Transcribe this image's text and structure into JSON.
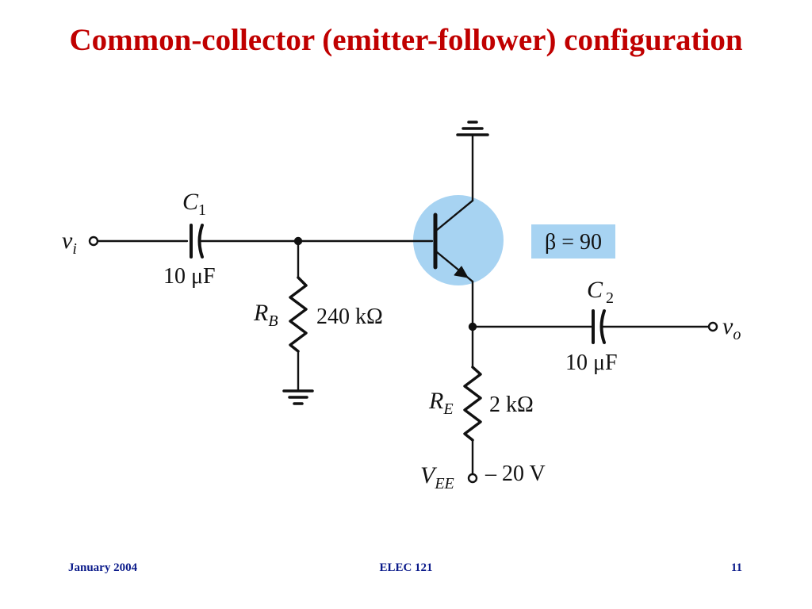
{
  "title": "Common-collector (emitter-follower) configuration",
  "labels": {
    "vi": {
      "main": "v",
      "sub": "i"
    },
    "vo": {
      "main": "v",
      "sub": "o"
    },
    "c1": {
      "main": "C",
      "sub": "1",
      "value": "10 μF"
    },
    "c2": {
      "main": "C",
      "sub": "2",
      "value": "10 μF"
    },
    "rb": {
      "main": "R",
      "sub": "B",
      "value": "240 kΩ"
    },
    "re": {
      "main": "R",
      "sub": "E",
      "value": "2 kΩ"
    },
    "vee": {
      "main": "V",
      "sub": "EE",
      "value": "– 20 V"
    },
    "beta": "β = 90"
  },
  "colors": {
    "title": "#c00000",
    "transistor_highlight": "#a7d3f2",
    "beta_box": "#a7d3f2",
    "footer": "#0a1a8a"
  },
  "footer": {
    "left": "January 2004",
    "center": "ELEC 121",
    "right": "11"
  }
}
